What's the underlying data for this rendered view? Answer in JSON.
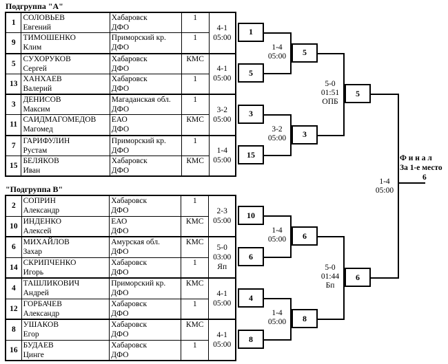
{
  "groups": [
    {
      "title": "Подгруппа \"А\"",
      "players": [
        {
          "seed": "1",
          "surname": "СОЛОВЬЕВ",
          "name": "Евгений",
          "region": "Хабаровск",
          "district": "ДФО",
          "rank": "1"
        },
        {
          "seed": "9",
          "surname": "ТИМОШЕНКО",
          "name": "Клим",
          "region": "Приморский кр.",
          "district": "ДФО",
          "rank": "1"
        },
        {
          "seed": "5",
          "surname": "СУХОРУКОВ",
          "name": "Сергей",
          "region": "Хабаровск",
          "district": "ДФО",
          "rank": "КМС"
        },
        {
          "seed": "13",
          "surname": "ХАНХАЕВ",
          "name": "Валерий",
          "region": "Хабаровск",
          "district": "ДФО",
          "rank": "1"
        },
        {
          "seed": "3",
          "surname": "ДЕНИСОВ",
          "name": "Максим",
          "region": "Магаданская обл.",
          "district": "ДФО",
          "rank": "1"
        },
        {
          "seed": "11",
          "surname": "САИДМАГОМЕДОВ",
          "name": "Магомед",
          "region": "ЕАО",
          "district": "ДФО",
          "rank": "КМС"
        },
        {
          "seed": "7",
          "surname": "ГАРИФУЛИН",
          "name": "Рустам",
          "region": "Приморский кр.",
          "district": "ДФО",
          "rank": "1"
        },
        {
          "seed": "15",
          "surname": "БЕЛЯКОВ",
          "name": "Иван",
          "region": "Хабаровск",
          "district": "ДФО",
          "rank": "КМС"
        }
      ],
      "r1_scores": [
        [
          "4-1",
          "05:00"
        ],
        [
          "4-1",
          "05:00"
        ],
        [
          "3-2",
          "05:00"
        ],
        [
          "1-4",
          "05:00"
        ]
      ],
      "r1_winners": [
        "1",
        "5",
        "3",
        "15"
      ],
      "r2_scores": [
        [
          "1-4",
          "05:00"
        ],
        [
          "3-2",
          "05:00"
        ]
      ],
      "r2_winners": [
        "5",
        "3"
      ],
      "r3_score": [
        "5-0",
        "01:51",
        "ОПБ"
      ],
      "r3_winner": "5"
    },
    {
      "title": "\"Подгруппа В\"",
      "players": [
        {
          "seed": "2",
          "surname": "СОПРИН",
          "name": "Александр",
          "region": "Хабаровск",
          "district": "ДФО",
          "rank": "1"
        },
        {
          "seed": "10",
          "surname": "ИНДЕНКО",
          "name": "Алексей",
          "region": "ЕАО",
          "district": "ДФО",
          "rank": "КМС"
        },
        {
          "seed": "6",
          "surname": "МИХАЙЛОВ",
          "name": "Захар",
          "region": "Амурская обл.",
          "district": "ДФО",
          "rank": "КМС"
        },
        {
          "seed": "14",
          "surname": "СКРИПЧЕНКО",
          "name": "Игорь",
          "region": "Хабаровск",
          "district": "ДФО",
          "rank": "1"
        },
        {
          "seed": "4",
          "surname": "ТАШЛИКОВИЧ",
          "name": "Андрей",
          "region": "Приморский кр.",
          "district": "ДФО",
          "rank": "КМС"
        },
        {
          "seed": "12",
          "surname": "ГОРБАЧЕВ",
          "name": "Александр",
          "region": "Хабаровск",
          "district": "ДФО",
          "rank": "1"
        },
        {
          "seed": "8",
          "surname": "УШАКОВ",
          "name": "Егор",
          "region": "Хабаровск",
          "district": "ДФО",
          "rank": "КМС"
        },
        {
          "seed": "16",
          "surname": "БУДАЕВ",
          "name": "Цинге",
          "region": "Хабаровск",
          "district": "ДФО",
          "rank": "1"
        }
      ],
      "r1_scores": [
        [
          "2-3",
          "05:00"
        ],
        [
          "5-0",
          "03:00",
          "Яп"
        ],
        [
          "4-1",
          "05:00"
        ],
        [
          "4-1",
          "05:00"
        ]
      ],
      "r1_winners": [
        "10",
        "6",
        "4",
        "8"
      ],
      "r2_scores": [
        [
          "1-4",
          "05:00"
        ],
        [
          "1-4",
          "05:00"
        ]
      ],
      "r2_winners": [
        "6",
        "8"
      ],
      "r3_score": [
        "5-0",
        "01:44",
        "Бп"
      ],
      "r3_winner": "6"
    }
  ],
  "final": {
    "title": "Ф и н а л",
    "subtitle": "За 1-е место",
    "score": [
      "1-4",
      "05:00"
    ],
    "winner": "6"
  }
}
